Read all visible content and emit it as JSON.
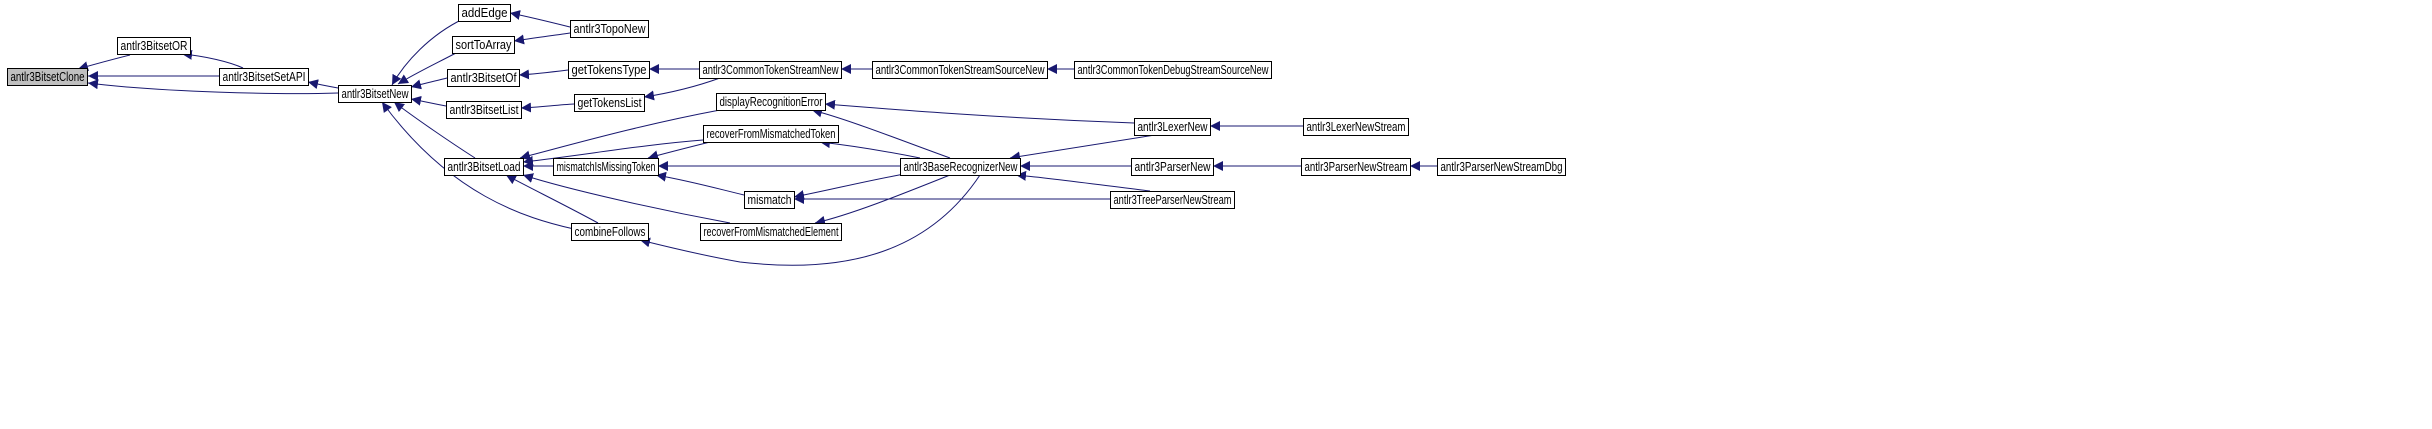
{
  "graph": {
    "colors": {
      "node_fill": "#ffffff",
      "node_border": "#000000",
      "root_fill": "#bfbfbf",
      "edge": "#191970"
    },
    "nodes": [
      {
        "id": "clone",
        "label": "antlr3BitsetClone",
        "highlighted": true
      },
      {
        "id": "or",
        "label": "antlr3BitsetOR"
      },
      {
        "id": "setapi",
        "label": "antlr3BitsetSetAPI"
      },
      {
        "id": "bnew",
        "label": "antlr3BitsetNew"
      },
      {
        "id": "addedge",
        "label": "addEdge"
      },
      {
        "id": "sorttoarray",
        "label": "sortToArray"
      },
      {
        "id": "bof",
        "label": "antlr3BitsetOf"
      },
      {
        "id": "blist",
        "label": "antlr3BitsetList"
      },
      {
        "id": "bload",
        "label": "antlr3BitsetLoad"
      },
      {
        "id": "topo",
        "label": "antlr3TopoNew"
      },
      {
        "id": "gettype",
        "label": "getTokensType"
      },
      {
        "id": "getlist",
        "label": "getTokensList"
      },
      {
        "id": "cts",
        "label": "antlr3CommonTokenStreamNew"
      },
      {
        "id": "ctss",
        "label": "antlr3CommonTokenStreamSourceNew"
      },
      {
        "id": "ctdss",
        "label": "antlr3CommonTokenDebugStreamSourceNew"
      },
      {
        "id": "disp",
        "label": "displayRecognitionError"
      },
      {
        "id": "rfmt",
        "label": "recoverFromMismatchedToken"
      },
      {
        "id": "mim",
        "label": "mismatchIsMissingToken"
      },
      {
        "id": "mismatch",
        "label": "mismatch"
      },
      {
        "id": "combine",
        "label": "combineFollows"
      },
      {
        "id": "rfme",
        "label": "recoverFromMismatchedElement"
      },
      {
        "id": "brn",
        "label": "antlr3BaseRecognizerNew"
      },
      {
        "id": "lexer",
        "label": "antlr3LexerNew"
      },
      {
        "id": "lexerstream",
        "label": "antlr3LexerNewStream"
      },
      {
        "id": "parser",
        "label": "antlr3ParserNew"
      },
      {
        "id": "parserstream",
        "label": "antlr3ParserNewStream"
      },
      {
        "id": "parserdbg",
        "label": "antlr3ParserNewStreamDbg"
      },
      {
        "id": "tree",
        "label": "antlr3TreeParserNewStream"
      }
    ],
    "edges": [
      {
        "from": "or",
        "to": "clone"
      },
      {
        "from": "setapi",
        "to": "clone"
      },
      {
        "from": "bnew",
        "to": "clone"
      },
      {
        "from": "setapi",
        "to": "or"
      },
      {
        "from": "bnew",
        "to": "setapi"
      },
      {
        "from": "addedge",
        "to": "bnew"
      },
      {
        "from": "sorttoarray",
        "to": "bnew"
      },
      {
        "from": "bof",
        "to": "bnew"
      },
      {
        "from": "blist",
        "to": "bnew"
      },
      {
        "from": "bload",
        "to": "bnew"
      },
      {
        "from": "combine",
        "to": "bnew"
      },
      {
        "from": "topo",
        "to": "addedge"
      },
      {
        "from": "topo",
        "to": "sorttoarray"
      },
      {
        "from": "gettype",
        "to": "bof"
      },
      {
        "from": "getlist",
        "to": "blist"
      },
      {
        "from": "cts",
        "to": "gettype"
      },
      {
        "from": "cts",
        "to": "getlist"
      },
      {
        "from": "ctss",
        "to": "cts"
      },
      {
        "from": "ctdss",
        "to": "ctss"
      },
      {
        "from": "disp",
        "to": "bload"
      },
      {
        "from": "rfmt",
        "to": "bload"
      },
      {
        "from": "mim",
        "to": "bload"
      },
      {
        "from": "combine",
        "to": "bload"
      },
      {
        "from": "rfme",
        "to": "bload"
      },
      {
        "from": "rfmt",
        "to": "mim"
      },
      {
        "from": "brn",
        "to": "mim"
      },
      {
        "from": "mismatch",
        "to": "mim"
      },
      {
        "from": "brn",
        "to": "rfmt"
      },
      {
        "from": "lexer",
        "to": "disp"
      },
      {
        "from": "brn",
        "to": "disp"
      },
      {
        "from": "brn",
        "to": "mismatch"
      },
      {
        "from": "tree",
        "to": "mismatch"
      },
      {
        "from": "brn",
        "to": "rfme"
      },
      {
        "from": "brn",
        "to": "combine"
      },
      {
        "from": "lexer",
        "to": "brn"
      },
      {
        "from": "parser",
        "to": "brn"
      },
      {
        "from": "tree",
        "to": "brn"
      },
      {
        "from": "lexerstream",
        "to": "lexer"
      },
      {
        "from": "parserstream",
        "to": "parser"
      },
      {
        "from": "parserdbg",
        "to": "parserstream"
      }
    ]
  }
}
